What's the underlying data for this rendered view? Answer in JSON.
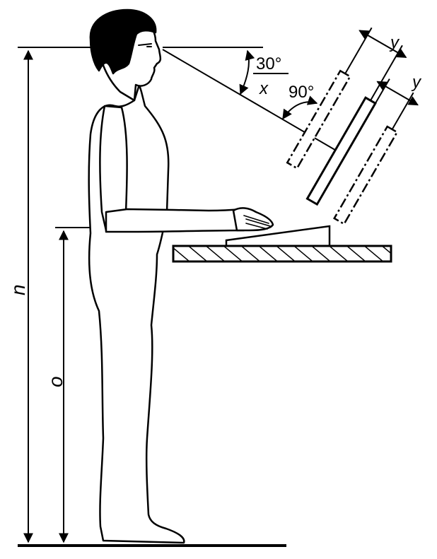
{
  "labels": {
    "angle_sight": "30°",
    "angle_screen": "90°",
    "distance": "x",
    "offset_top": "y",
    "offset_bottom": "y",
    "eye_height": "n",
    "elbow_height": "o"
  },
  "colors": {
    "ink": "#000000",
    "paper": "#ffffff"
  }
}
